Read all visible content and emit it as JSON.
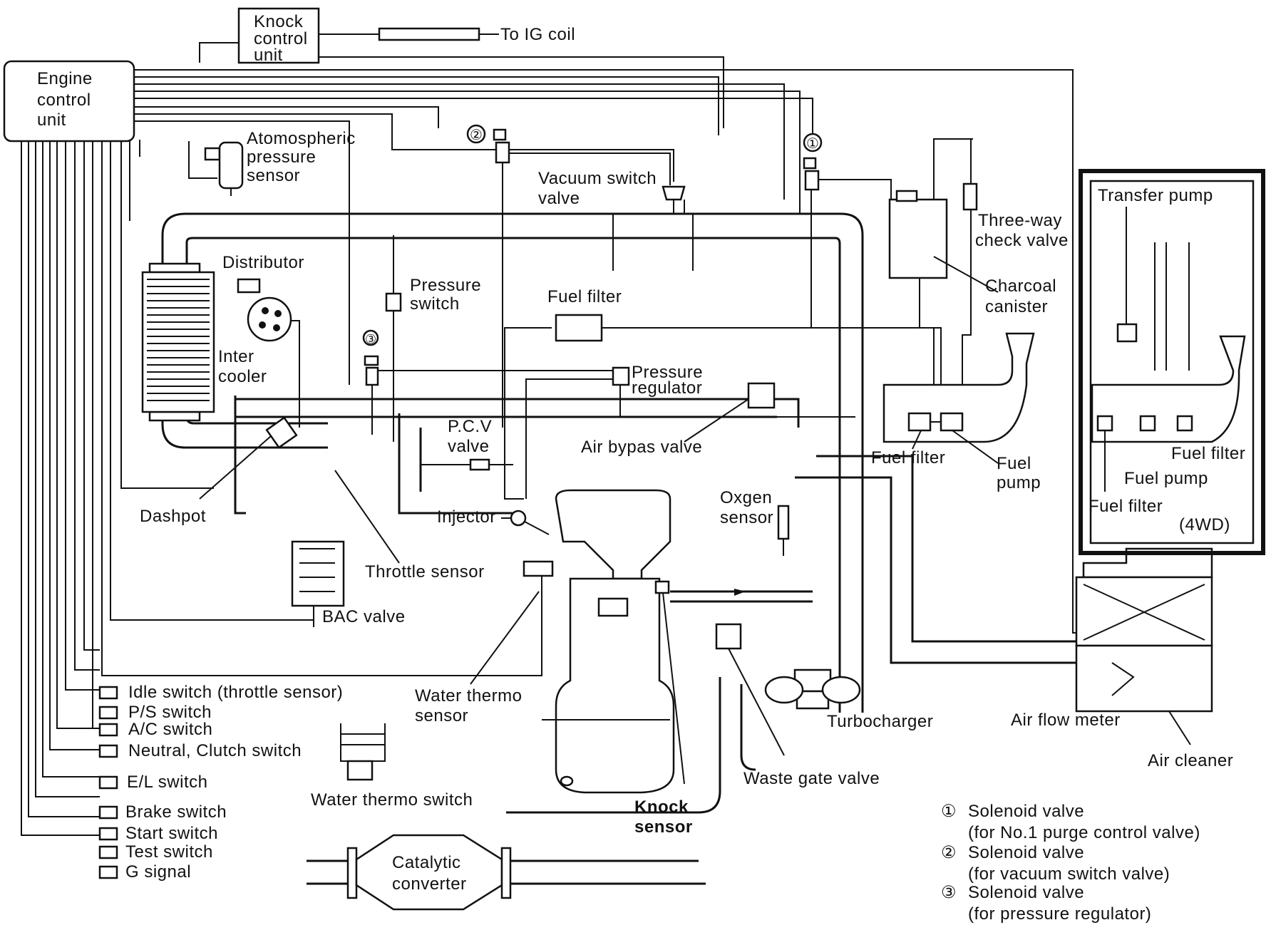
{
  "labels": {
    "knock_control_unit": [
      "Knock",
      "control",
      "unit"
    ],
    "to_ig_coil": "To IG coil",
    "engine_control_unit": [
      "Engine",
      "control",
      "unit"
    ],
    "atmospheric_pressure_sensor": [
      "Atomospheric",
      "pressure",
      "sensor"
    ],
    "vacuum_switch_valve": [
      "Vacuum switch",
      "valve"
    ],
    "three_way_check_valve": [
      "Three-way",
      "check valve"
    ],
    "charcoal_canister": [
      "Charcoal",
      "canister"
    ],
    "distributor": "Distributor",
    "pressure_switch": [
      "Pressure",
      "switch"
    ],
    "fuel_filter_main": "Fuel filter",
    "inter_cooler": [
      "Inter",
      "cooler"
    ],
    "pressure_regulator": [
      "Pressure",
      "regulator"
    ],
    "pcv_valve": [
      "P.C.V",
      "valve"
    ],
    "air_bypass_valve": "Air bypas valve",
    "dashpot": "Dashpot",
    "injector": "Injector",
    "oxygen_sensor": [
      "Oxgen",
      "sensor"
    ],
    "throttle_sensor": "Throttle sensor",
    "bac_valve": "BAC valve",
    "water_thermo_sensor": [
      "Water thermo",
      "sensor"
    ],
    "turbocharger": "Turbocharger",
    "air_flow_meter": "Air flow meter",
    "air_cleaner": "Air cleaner",
    "waste_gate_valve": "Waste gate valve",
    "knock_sensor": [
      "Knock",
      "sensor"
    ],
    "water_thermo_switch": "Water thermo switch",
    "catalytic_converter": [
      "Catalytic",
      "converter"
    ],
    "tank_fuel_filter": "Fuel filter",
    "tank_fuel_pump": [
      "Fuel",
      "pump"
    ],
    "transfer_pump": "Transfer pump",
    "awd_fuel_filter_right": "Fuel filter",
    "awd_fuel_pump": "Fuel pump",
    "awd_fuel_filter_left": "Fuel filter",
    "awd_note": "(4WD)"
  },
  "switches": [
    "Idle switch (throttle sensor)",
    "P/S switch",
    "A/C switch",
    "Neutral, Clutch switch",
    "E/L switch",
    "Brake switch",
    "Start switch",
    "Test switch",
    "G signal"
  ],
  "legend": [
    {
      "mark": "①",
      "line1": "Solenoid valve",
      "line2": "(for No.1 purge control valve)"
    },
    {
      "mark": "②",
      "line1": "Solenoid valve",
      "line2": "(for vacuum switch valve)"
    },
    {
      "mark": "③",
      "line1": "Solenoid valve",
      "line2": "(for pressure regulator)"
    }
  ],
  "markers": {
    "sol1": "①",
    "sol2": "②",
    "sol3": "③"
  }
}
